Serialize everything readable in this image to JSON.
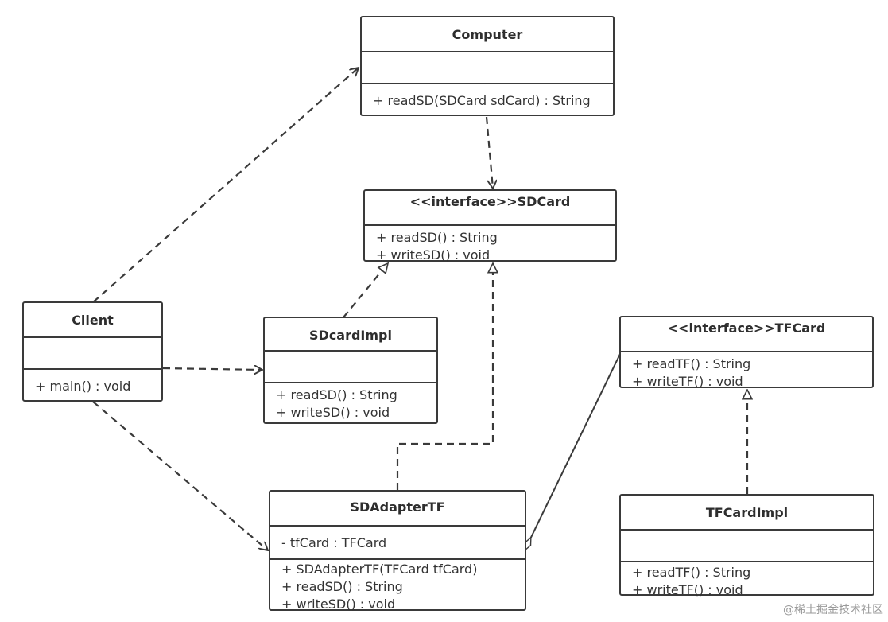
{
  "classes": {
    "computer": {
      "name": "Computer",
      "attributes": [],
      "methods": [
        "+ readSD(SDCard sdCard) : String"
      ]
    },
    "sdcard": {
      "name": "<<interface>>SDCard",
      "methods": [
        "+ readSD() : String",
        "+ writeSD() : void"
      ]
    },
    "client": {
      "name": "Client",
      "attributes": [],
      "methods": [
        "+ main() : void"
      ]
    },
    "sdcardimpl": {
      "name": "SDcardImpl",
      "attributes": [],
      "methods": [
        "+ readSD() : String",
        "+ writeSD() : void"
      ]
    },
    "tfcard": {
      "name": "<<interface>>TFCard",
      "methods": [
        "+ readTF() : String",
        "+ writeTF() : void"
      ]
    },
    "sdadaptertf": {
      "name": "SDAdapterTF",
      "attributes": [
        "- tfCard : TFCard"
      ],
      "methods": [
        "+ SDAdapterTF(TFCard tfCard)",
        "+ readSD() : String",
        "+ writeSD() : void"
      ]
    },
    "tfcardimpl": {
      "name": "TFCardImpl",
      "attributes": [],
      "methods": [
        "+ readTF() : String",
        "+ writeTF() : void"
      ]
    }
  },
  "relationships": [
    {
      "from": "Client",
      "to": "Computer",
      "type": "dependency"
    },
    {
      "from": "Computer",
      "to": "<<interface>>SDCard",
      "type": "dependency"
    },
    {
      "from": "Client",
      "to": "SDcardImpl",
      "type": "dependency"
    },
    {
      "from": "Client",
      "to": "SDAdapterTF",
      "type": "dependency"
    },
    {
      "from": "SDcardImpl",
      "to": "<<interface>>SDCard",
      "type": "realization"
    },
    {
      "from": "SDAdapterTF",
      "to": "<<interface>>SDCard",
      "type": "realization"
    },
    {
      "from": "TFCardImpl",
      "to": "<<interface>>TFCard",
      "type": "realization"
    },
    {
      "from": "SDAdapterTF",
      "to": "<<interface>>TFCard",
      "type": "aggregation"
    }
  ],
  "watermark": "@稀土掘金技术社区",
  "colors": {
    "line": "#3a3a3a",
    "text": "#2e2e2e",
    "background": "#ffffff"
  }
}
